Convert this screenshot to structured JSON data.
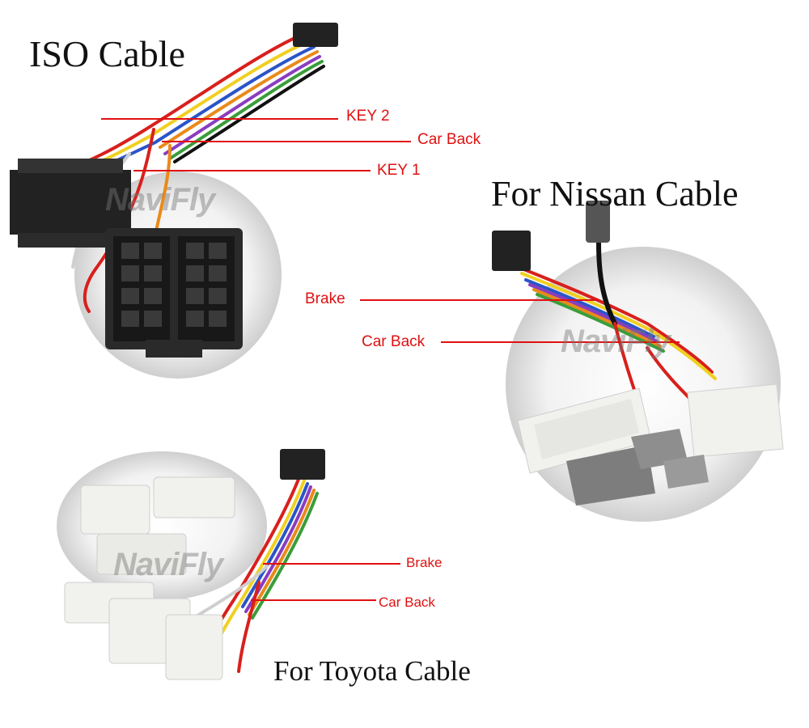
{
  "titles": {
    "iso": "ISO Cable",
    "nissan": "For Nissan Cable",
    "toyota": "For Toyota Cable"
  },
  "iso_labels": {
    "key2": "KEY 2",
    "car_back": "Car  Back",
    "key1": "KEY 1"
  },
  "nissan_labels": {
    "brake": "Brake",
    "car_back": "Car  Back"
  },
  "toyota_labels": {
    "brake": "Brake",
    "car_back": "Car Back"
  },
  "watermark": "NaviFly",
  "colors": {
    "label_red": "#e01010",
    "connector_black": "#222222",
    "connector_white": "#f1f1ee",
    "connector_grey": "#7d7d7d"
  }
}
